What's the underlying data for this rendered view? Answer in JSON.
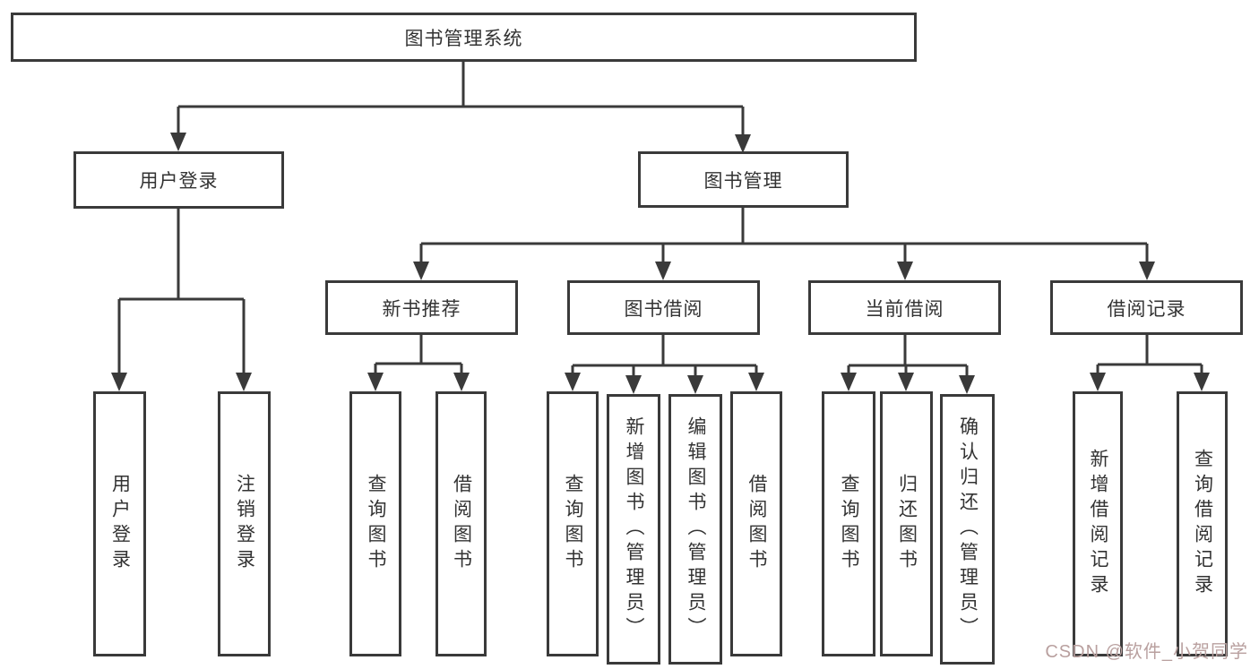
{
  "colors": {
    "line": "#3a3a3a",
    "text": "#333333",
    "background": "#ffffff",
    "node_background": "#ffffff",
    "watermark": "#b9a09f"
  },
  "watermark": {
    "text": "CSDN @软件_小贺同学"
  },
  "tree": {
    "root": {
      "label": "图书管理系统",
      "children": [
        {
          "label": "用户登录",
          "children": [
            {
              "label": "用户登录"
            },
            {
              "label": "注销登录"
            }
          ]
        },
        {
          "label": "图书管理",
          "children": [
            {
              "label": "新书推荐",
              "children": [
                {
                  "label": "查询图书"
                },
                {
                  "label": "借阅图书"
                }
              ]
            },
            {
              "label": "图书借阅",
              "children": [
                {
                  "label": "查询图书"
                },
                {
                  "label": "新增图书（管理员）"
                },
                {
                  "label": "编辑图书（管理员）"
                },
                {
                  "label": "借阅图书"
                }
              ]
            },
            {
              "label": "当前借阅",
              "children": [
                {
                  "label": "查询图书"
                },
                {
                  "label": "归还图书"
                },
                {
                  "label": "确认归还（管理员）"
                }
              ]
            },
            {
              "label": "借阅记录",
              "children": [
                {
                  "label": "新增借阅记录"
                },
                {
                  "label": "查询借阅记录"
                }
              ]
            }
          ]
        }
      ]
    }
  }
}
